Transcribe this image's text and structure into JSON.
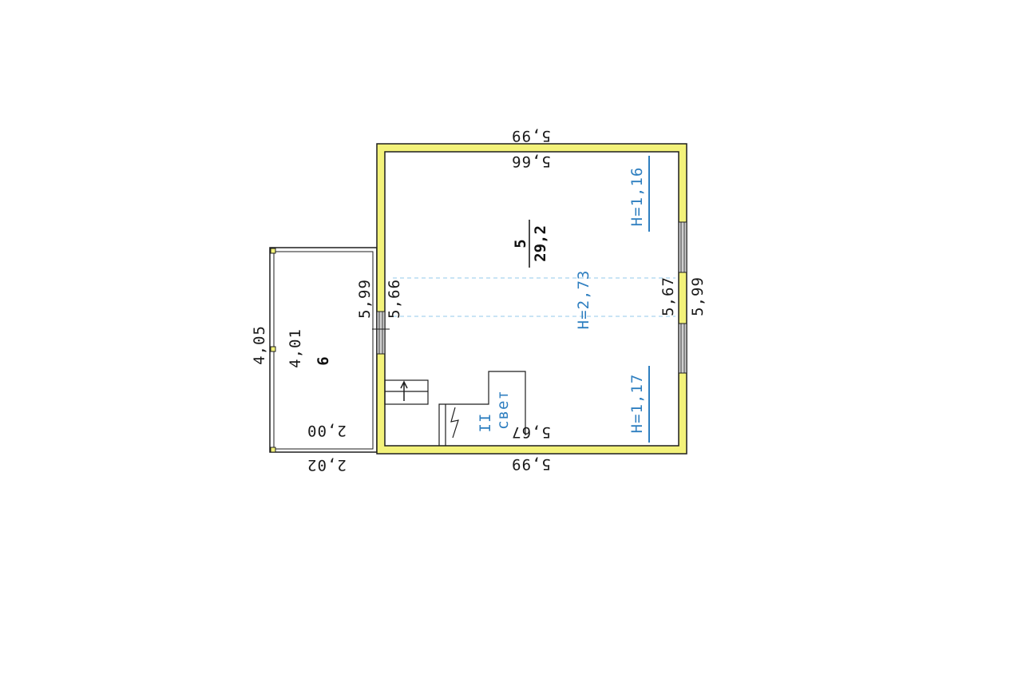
{
  "plan": {
    "colors": {
      "wall_fill": "#f3f27a",
      "wall_stroke": "#1e1e1e",
      "annotation": "#2f7fc0",
      "guide_line": "#a9d4ef"
    },
    "room_main": {
      "number": "5",
      "area": "29,2",
      "dim_outer_top": "5,99",
      "dim_inner_top": "5,66",
      "dim_outer_bottom": "5,99",
      "dim_inner_bottom": "5,67",
      "dim_outer_left": "5,99",
      "dim_inner_left": "5,66",
      "dim_outer_right": "5,99",
      "dim_inner_right": "5,67",
      "height_center": "H=2,73",
      "height_top_right": "H=1,16",
      "height_bottom_right": "H=1,17",
      "stair_label_1": "II",
      "stair_label_2": "свет"
    },
    "room_side": {
      "number": "6",
      "dim_outer_left": "4,05",
      "dim_inner_left": "4,01",
      "dim_inner_bottom": "2,00",
      "dim_outer_bottom": "2,02"
    }
  }
}
